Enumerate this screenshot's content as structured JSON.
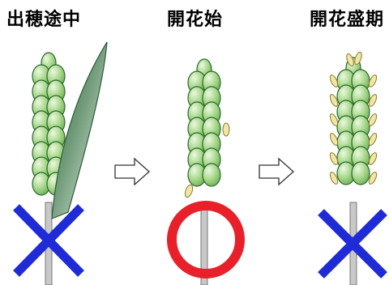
{
  "stages": [
    {
      "label": "出穂途中",
      "verdict": "cross"
    },
    {
      "label": "開花始",
      "verdict": "circle"
    },
    {
      "label": "開花盛期",
      "verdict": "cross"
    }
  ],
  "colors": {
    "grain_fill": "#a8d88c",
    "grain_stroke": "#2c6a2c",
    "leaf_dark": "#3e6b48",
    "leaf_light": "#e8f2ea",
    "stem": "#c8c8c8",
    "anther": "#f2e6a6",
    "cross": "#1f2bd6",
    "circle": "#e8202a"
  }
}
